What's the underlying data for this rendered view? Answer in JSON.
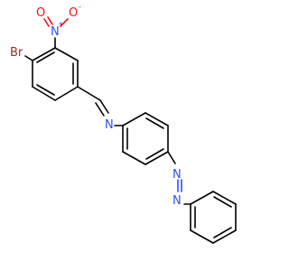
{
  "molecule": {
    "atoms": {
      "bromine": "Br",
      "nitro_nitrogen": "N",
      "nitro_plus": "+",
      "nitro_oxygen_double": "O",
      "nitro_oxygen_single": "O",
      "nitro_minus": "-",
      "imine_nitrogen": "N",
      "azo_nitrogen_1": "N",
      "azo_nitrogen_2": "N"
    },
    "colors": {
      "carbon_bond": "#000000",
      "bromine": "#a62929",
      "nitrogen": "#3050f8",
      "oxygen": "#ff0d0d",
      "background": "#ffffff"
    }
  }
}
